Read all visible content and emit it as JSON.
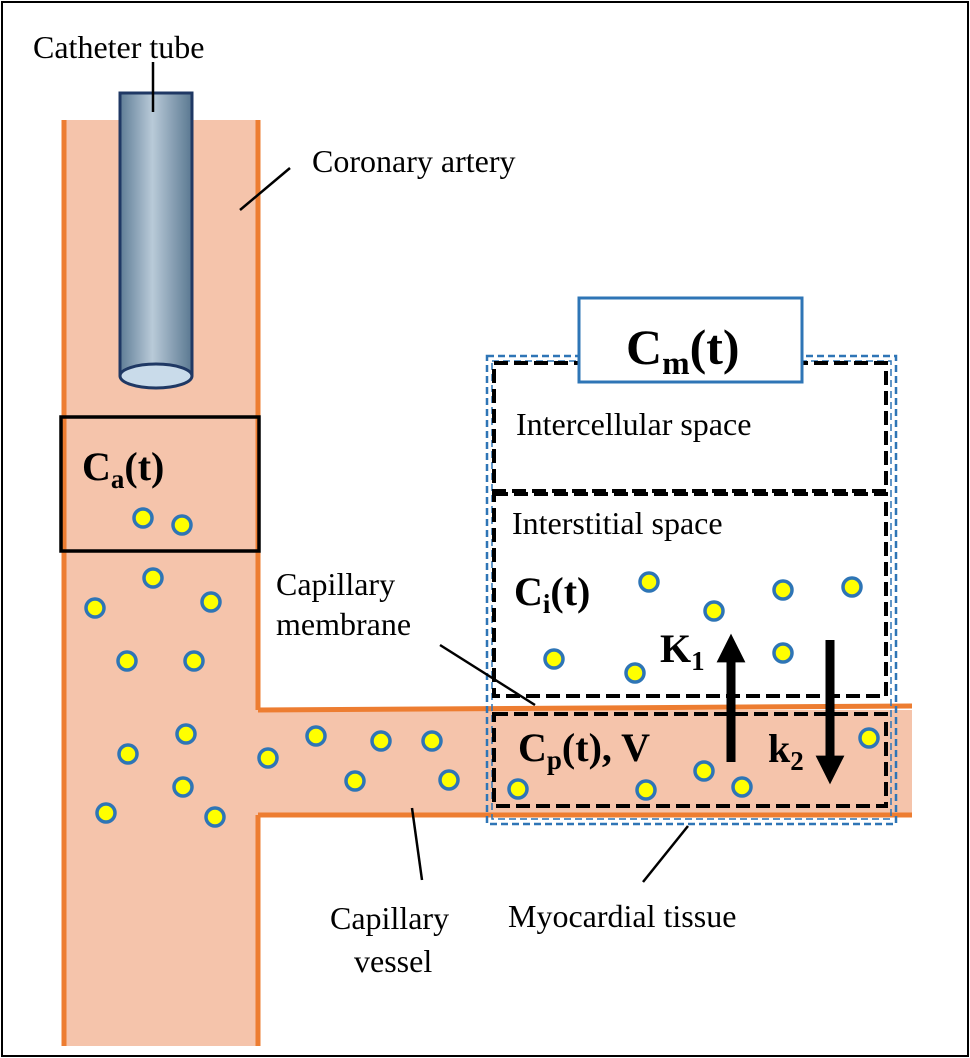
{
  "labels": {
    "catheter_tube": "Catheter tube",
    "coronary_artery": "Coronary artery",
    "capillary_membrane_line1": "Capillary",
    "capillary_membrane_line2": "membrane",
    "capillary_vessel_line1": "Capillary",
    "capillary_vessel_line2": "vessel",
    "myocardial_tissue": "Myocardial tissue",
    "intercellular_space": "Intercellular  space",
    "interstitial_space": "Interstitial  space"
  },
  "symbols": {
    "cm": {
      "base": "C",
      "sub": "m",
      "rest": "(t)"
    },
    "ca": {
      "base": "C",
      "sub": "a",
      "rest": "(t)"
    },
    "ci": {
      "base": "C",
      "sub": "i",
      "rest": "(t)"
    },
    "cp": {
      "base": "C",
      "sub": "p",
      "rest": "(t), V"
    },
    "K1": {
      "base": "K",
      "sub": "1"
    },
    "k2": {
      "base": "k",
      "sub": "2"
    }
  },
  "colors": {
    "blood": "#f5c4ab",
    "vessel_wall": "#ed7d31",
    "particle_fill": "#ffff00",
    "particle_stroke": "#2e75b6",
    "tissue_boundary": "#2e75b6",
    "compartment_box": "#000000",
    "catheter": "#1f3864"
  }
}
